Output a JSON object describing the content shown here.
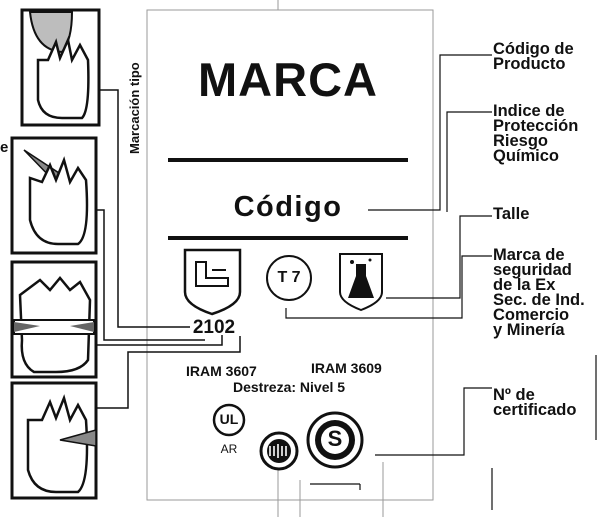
{
  "label": {
    "brand": "MARCA",
    "code": "Código",
    "size_marking": "T 7",
    "rating_number": "2102",
    "iram_a": "IRAM 3607",
    "iram_b": "IRAM 3609",
    "dexterity": "Destreza: Nivel 5",
    "ul_mark": "UL",
    "ul_sub": "AR",
    "s_mark": "S"
  },
  "side_label": "Marcación tipo",
  "left_cut_letter": "e",
  "callouts": [
    {
      "id": "product-code",
      "lines": [
        "Código de",
        "Producto"
      ]
    },
    {
      "id": "chemical-index",
      "lines": [
        "Indice de",
        "Protección",
        "Riesgo",
        "Químico"
      ]
    },
    {
      "id": "size",
      "lines": [
        "Talle"
      ]
    },
    {
      "id": "security-mark",
      "lines": [
        "Marca de",
        "seguridad",
        "de la Ex",
        "Sec. de Ind.",
        "Comercio",
        "y Minería"
      ]
    },
    {
      "id": "certificate",
      "lines": [
        "Nº de",
        "certificado"
      ]
    }
  ],
  "colors": {
    "ink": "#111111",
    "paper": "#ffffff",
    "frame": "#9a9a9a"
  }
}
